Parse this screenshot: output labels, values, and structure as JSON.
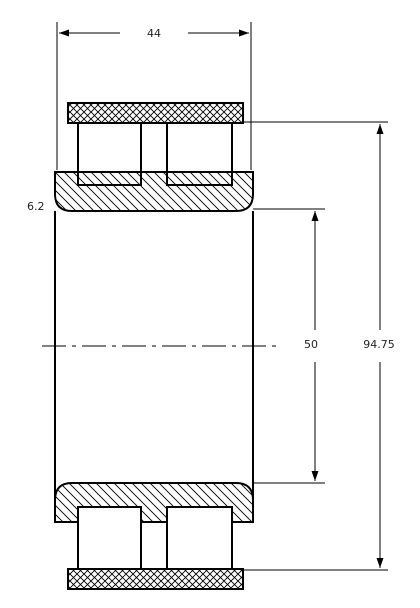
{
  "dimensions": {
    "width_label": "44",
    "chamfer_label": "6.2",
    "bore_label": "50",
    "outer_label": "94.75"
  },
  "colors": {
    "line": "#000000",
    "background": "#ffffff",
    "text": "#222222"
  }
}
